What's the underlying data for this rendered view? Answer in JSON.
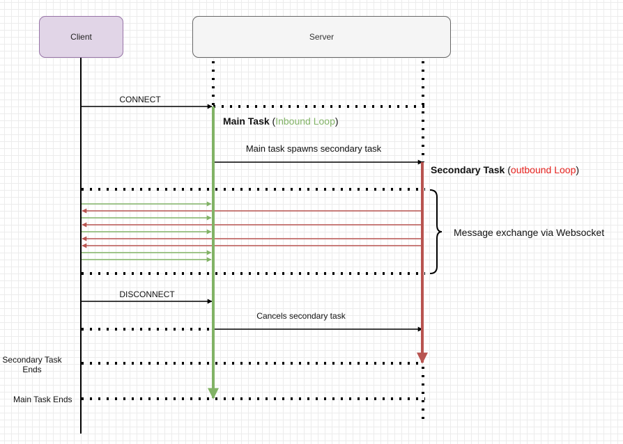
{
  "actors": {
    "client": "Client",
    "server": "Server"
  },
  "messages": {
    "connect": "CONNECT",
    "spawns": "Main task spawns secondary task",
    "disconnect": "DISCONNECT",
    "cancels": "Cancels secondary task"
  },
  "main_task": {
    "title": "Main Task",
    "open_paren": "(",
    "loop": "Inbound Loop",
    "close_paren": ")"
  },
  "secondary_task": {
    "title": "Secondary Task",
    "open_paren": "(",
    "loop": "outbound Loop",
    "close_paren": ")"
  },
  "exchange_note": "Message exchange via Websocket",
  "end_labels": {
    "secondary_ends": "Secondary Task Ends",
    "main_ends": "Main Task Ends"
  },
  "colors": {
    "client_fill": "#e1d5e7",
    "client_stroke": "#9673a6",
    "server_fill": "#f5f5f5",
    "inbound_green": "#82b366",
    "outbound_red": "#b85450",
    "outbound_label_red": "#e6231f"
  },
  "exchange_sequence": [
    "in",
    "out",
    "in",
    "out",
    "in",
    "out",
    "out",
    "in",
    "in"
  ]
}
